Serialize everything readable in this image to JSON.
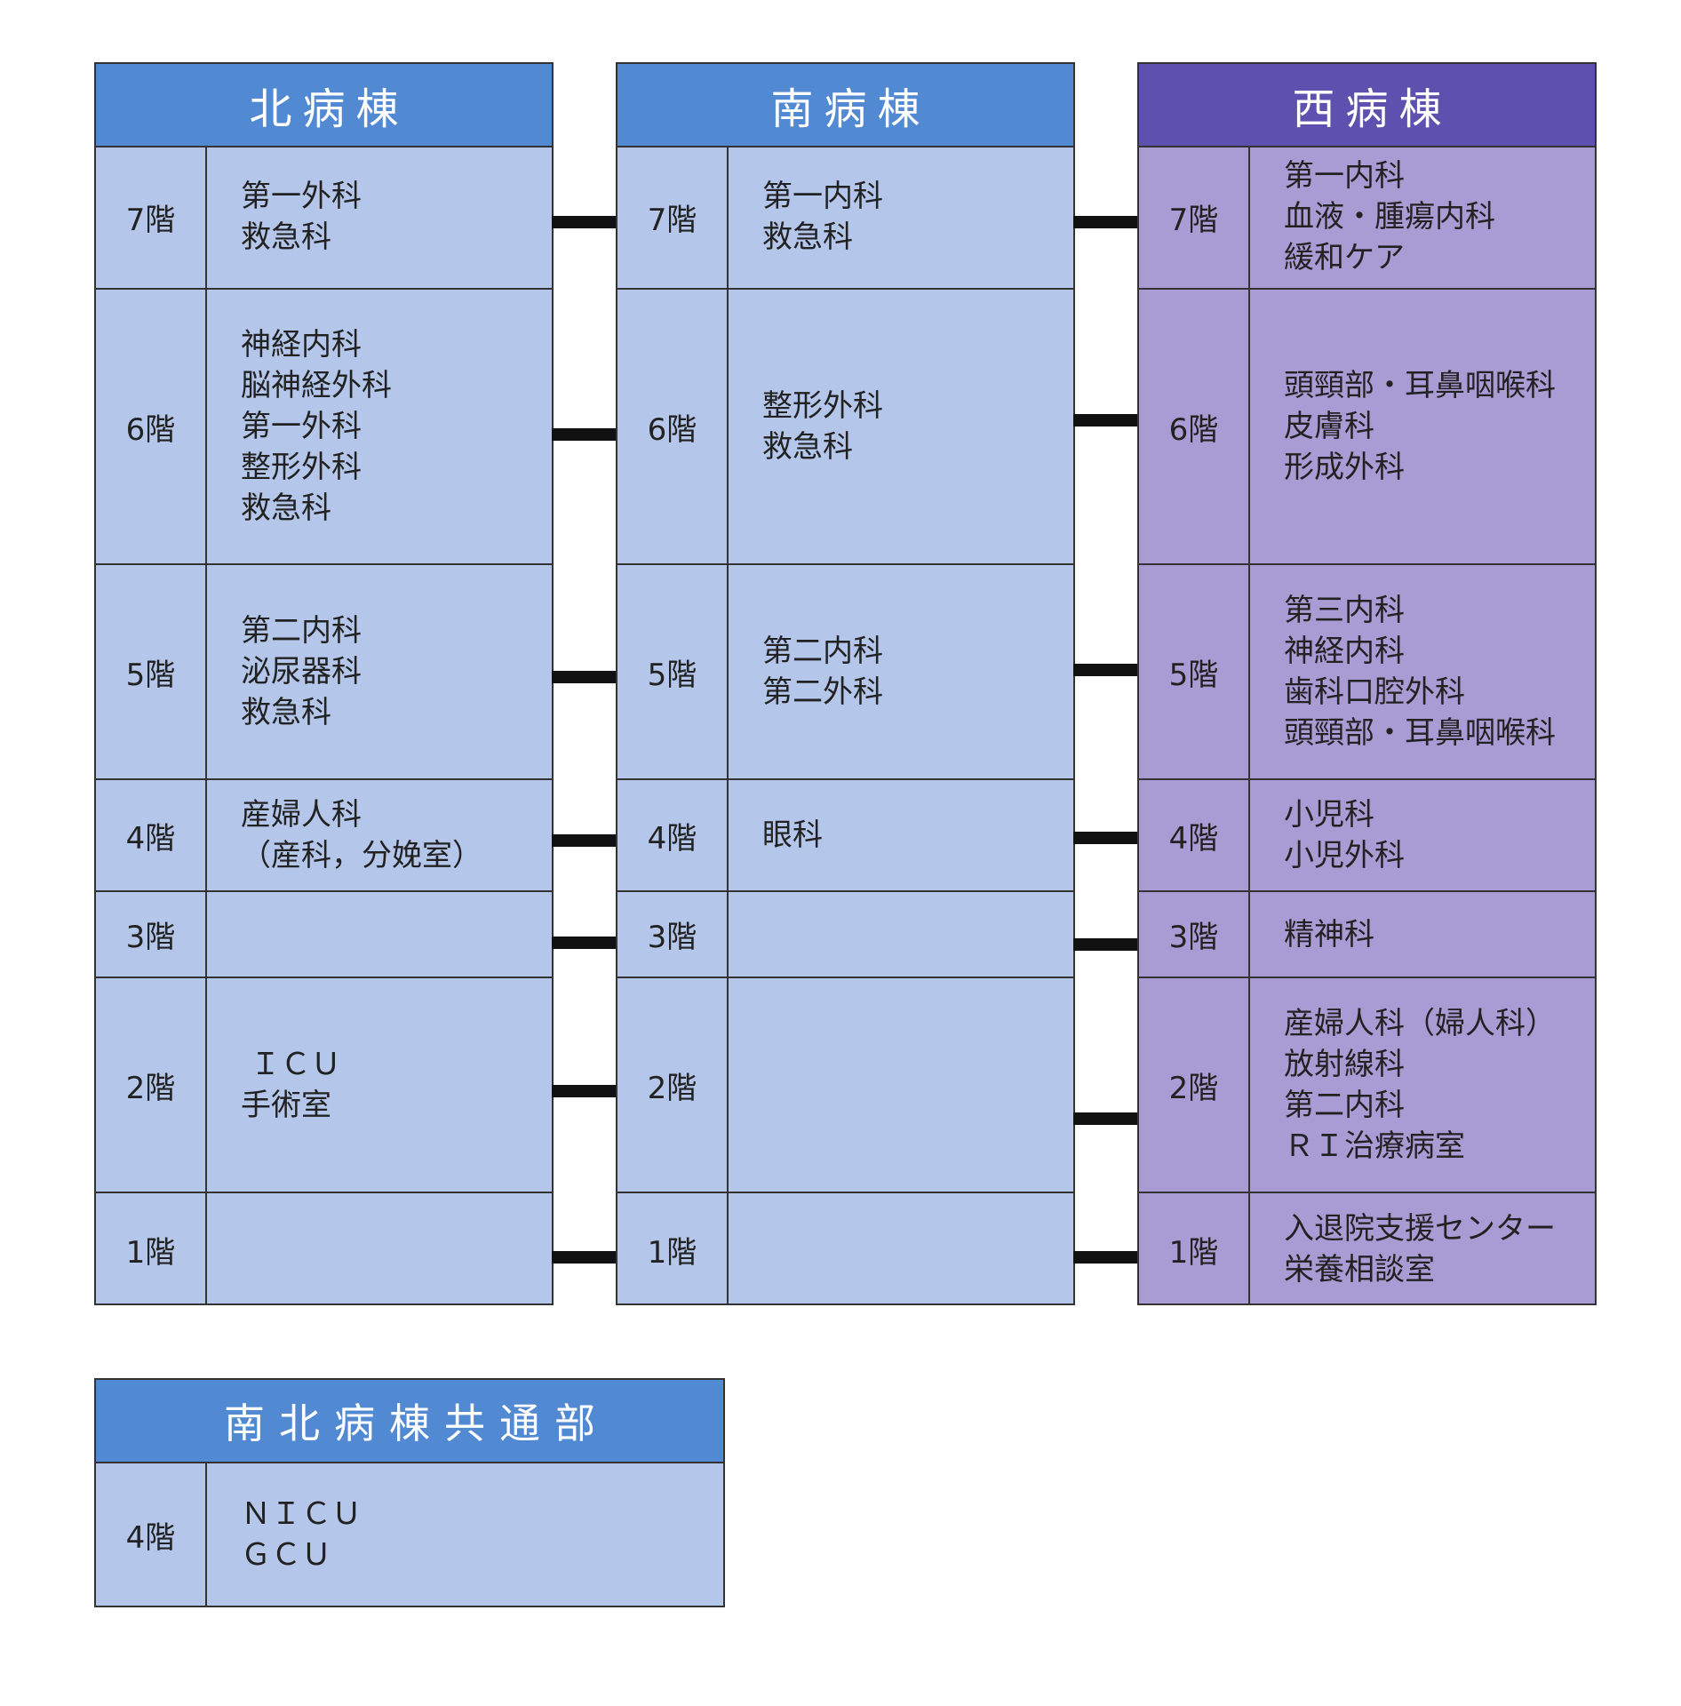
{
  "colors": {
    "blue_header": "#5289d3",
    "blue_cell": "#b4c6ea",
    "purple_header": "#5d50af",
    "purple_cell": "#a99bd4",
    "border": "#333333",
    "connector": "#111111"
  },
  "buildings": [
    {
      "name": "北病棟",
      "theme": "blue",
      "floors": [
        {
          "floor": "7階",
          "departments": [
            "第一外科",
            "救急科"
          ]
        },
        {
          "floor": "6階",
          "departments": [
            "神経内科",
            "脳神経外科",
            "第一外科",
            "整形外科",
            "救急科"
          ]
        },
        {
          "floor": "5階",
          "departments": [
            "第二内科",
            "泌尿器科",
            "救急科"
          ]
        },
        {
          "floor": "4階",
          "departments": [
            "産婦人科",
            "（産科，分娩室）"
          ]
        },
        {
          "floor": "3階",
          "departments": []
        },
        {
          "floor": "2階",
          "departments": [
            " ＩＣＵ",
            "手術室"
          ]
        },
        {
          "floor": "1階",
          "departments": []
        }
      ]
    },
    {
      "name": "南病棟",
      "theme": "blue",
      "floors": [
        {
          "floor": "7階",
          "departments": [
            "第一内科",
            "救急科"
          ]
        },
        {
          "floor": "6階",
          "departments": [
            "整形外科",
            "救急科"
          ]
        },
        {
          "floor": "5階",
          "departments": [
            "第二内科",
            "第二外科"
          ]
        },
        {
          "floor": "4階",
          "departments": [
            "眼科"
          ]
        },
        {
          "floor": "3階",
          "departments": []
        },
        {
          "floor": "2階",
          "departments": []
        },
        {
          "floor": "1階",
          "departments": []
        }
      ]
    },
    {
      "name": "西病棟",
      "theme": "purple",
      "floors": [
        {
          "floor": "7階",
          "departments": [
            "第一内科",
            "血液・腫瘍内科",
            "緩和ケア"
          ]
        },
        {
          "floor": "6階",
          "departments": [
            "頭頸部・耳鼻咽喉科",
            "皮膚科",
            "形成外科"
          ]
        },
        {
          "floor": "5階",
          "departments": [
            "第三内科",
            "神経内科",
            "歯科口腔外科",
            "頭頸部・耳鼻咽喉科"
          ]
        },
        {
          "floor": "4階",
          "departments": [
            "小児科",
            "小児外科"
          ]
        },
        {
          "floor": "3階",
          "departments": [
            "精神科"
          ]
        },
        {
          "floor": "2階",
          "departments": [
            "産婦人科（婦人科）",
            "放射線科",
            "第二内科",
            "ＲＩ治療病室"
          ]
        },
        {
          "floor": "1階",
          "departments": [
            "入退院支援センター",
            "栄養相談室"
          ]
        }
      ]
    },
    {
      "name": "南北病棟共通部",
      "theme": "blue",
      "floors": [
        {
          "floor": "4階",
          "departments": [
            "ＮＩＣＵ",
            "ＧＣＵ"
          ]
        }
      ]
    }
  ]
}
